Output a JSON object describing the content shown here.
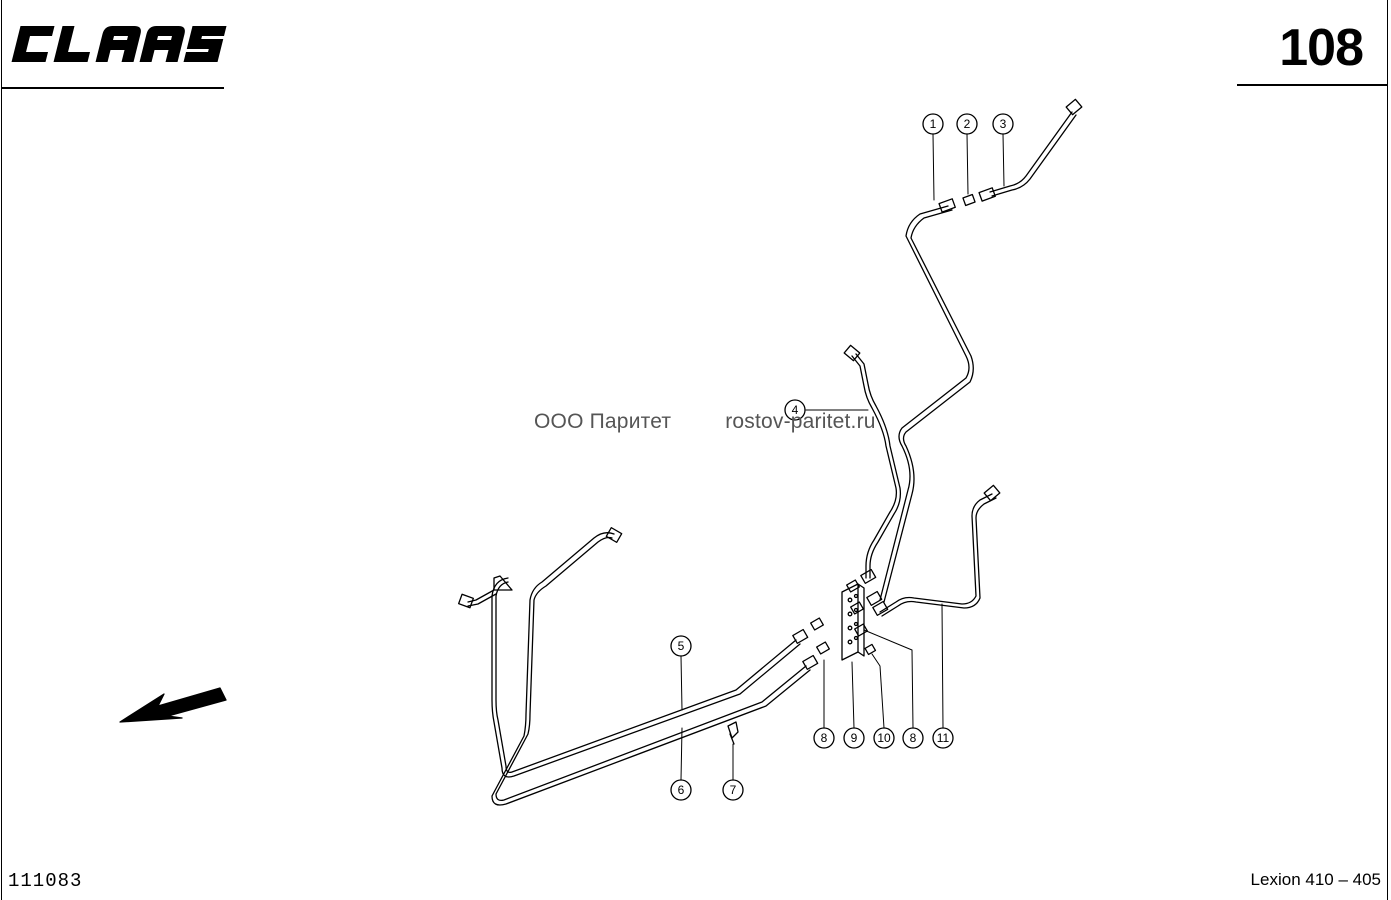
{
  "header": {
    "brand": "CLAAS",
    "page_number": "108"
  },
  "watermark": {
    "company": "ООО Паритет",
    "site": "rostov-paritet.ru"
  },
  "footer": {
    "drawing_number": "111083",
    "model": "Lexion 410 – 405"
  },
  "callouts": [
    {
      "id": "callout-1",
      "label": "1"
    },
    {
      "id": "callout-2",
      "label": "2"
    },
    {
      "id": "callout-3",
      "label": "3"
    },
    {
      "id": "callout-4",
      "label": "4"
    },
    {
      "id": "callout-5",
      "label": "5"
    },
    {
      "id": "callout-6",
      "label": "6"
    },
    {
      "id": "callout-7",
      "label": "7"
    },
    {
      "id": "callout-8a",
      "label": "8"
    },
    {
      "id": "callout-9",
      "label": "9"
    },
    {
      "id": "callout-10",
      "label": "10"
    },
    {
      "id": "callout-8b",
      "label": "8"
    },
    {
      "id": "callout-11",
      "label": "11"
    }
  ],
  "colors": {
    "ink": "#000000",
    "watermark": "#555555"
  }
}
